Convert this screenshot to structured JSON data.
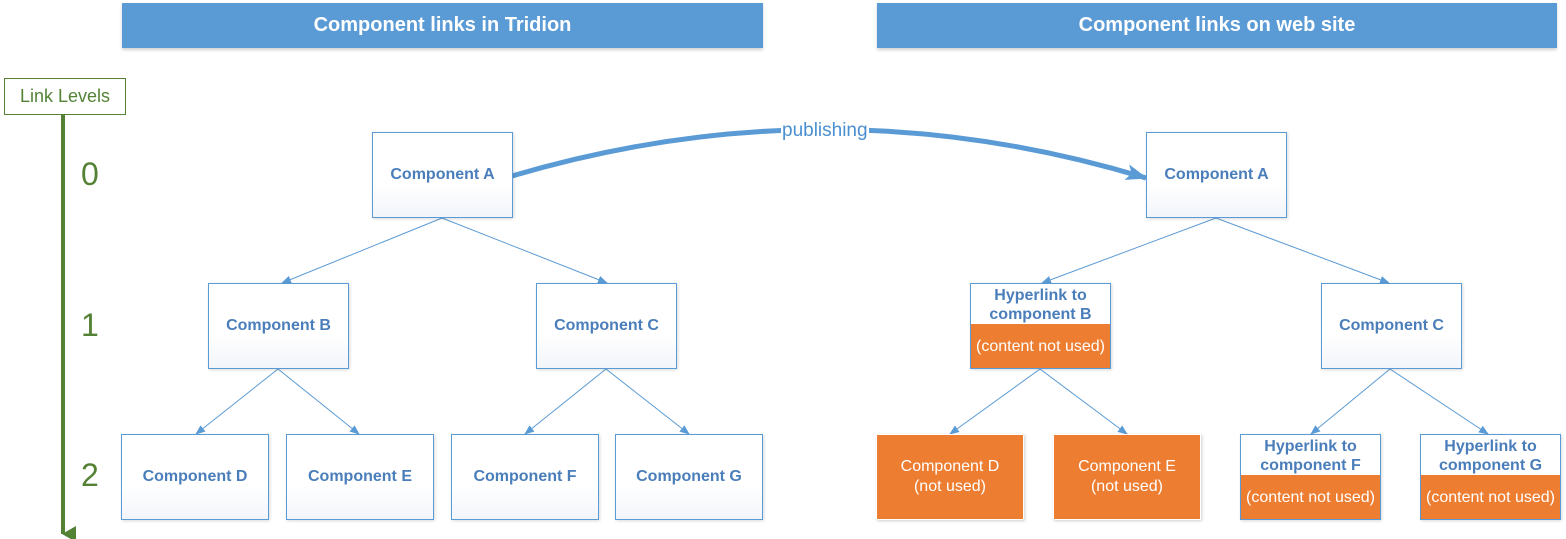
{
  "headers": {
    "left": "Component links in Tridion",
    "right": "Component links on web site"
  },
  "levels": {
    "title": "Link Levels",
    "l0": "0",
    "l1": "1",
    "l2": "2"
  },
  "arrow_label": "publishing",
  "left_tree": {
    "a": "Component A",
    "b": "Component B",
    "c": "Component C",
    "d": "Component D",
    "e": "Component E",
    "f": "Component F",
    "g": "Component G"
  },
  "right_tree": {
    "a": "Component A",
    "b_link": "Hyperlink to component B",
    "b_note": "(content not used)",
    "c": "Component C",
    "d": "Component D (not used)",
    "e": "Component E (not used)",
    "f_link": "Hyperlink to component F",
    "f_note": "(content not used)",
    "g_link": "Hyperlink to component G",
    "g_note": "(content not used)"
  },
  "colors": {
    "header_bg": "#5b9bd5",
    "box_border": "#5b9bd5",
    "box_text": "#4a7ebb",
    "not_used": "#ed7d31",
    "level_green": "#548235"
  }
}
